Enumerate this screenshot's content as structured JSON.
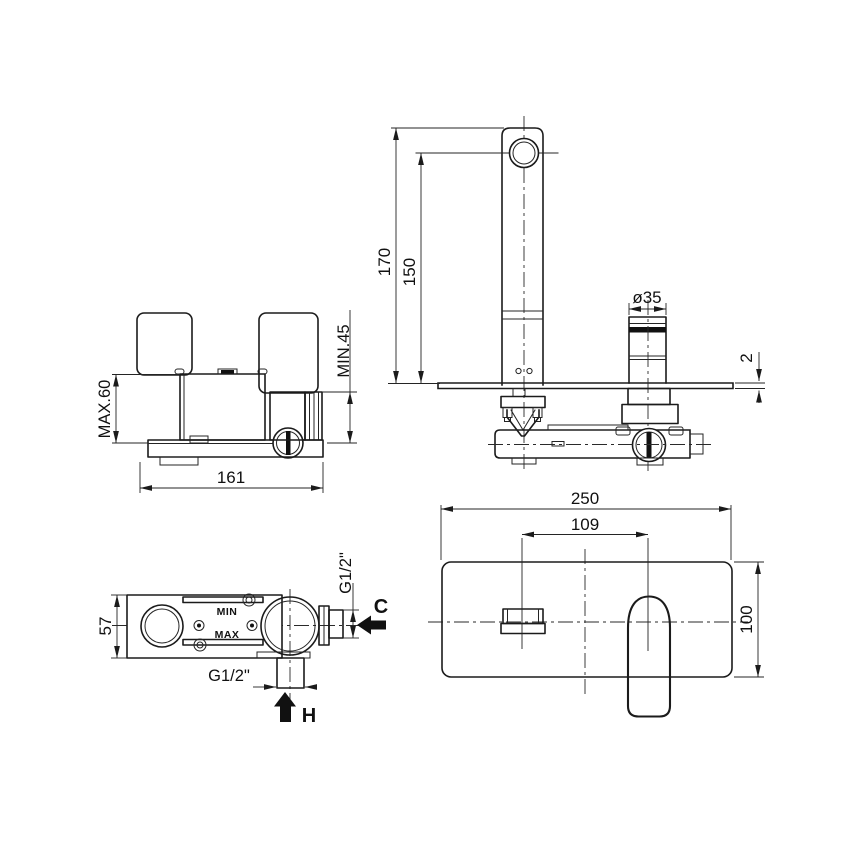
{
  "drawing": {
    "type": "faucet-installation-technical-drawing",
    "colors": {
      "background": "#ffffff",
      "line": "#1b1b1b"
    },
    "views": {
      "side": {
        "title": "rough-in-valve-side-view",
        "dim_max_depth": "MAX.60",
        "dim_min_depth": "MIN.45",
        "dim_body_width": "161"
      },
      "front": {
        "title": "faucet-front-elevation",
        "dim_spout_total_height": "170",
        "dim_spout_outlet_height": "150",
        "dim_handle_diameter": "ø35",
        "dim_plate_thickness": "2"
      },
      "plan": {
        "title": "rough-in-valve-plan-view",
        "dim_body_depth": "57",
        "dim_cold_inlet_thread": "G1/2\"",
        "dim_hot_inlet_thread": "G1/2\"",
        "label_cold": "C",
        "label_hot": "H",
        "label_min": "MIN",
        "label_max": "MAX"
      },
      "plate": {
        "title": "trim-plate-front-view",
        "dim_plate_width": "250",
        "dim_spout_to_handle": "109",
        "dim_plate_height": "100"
      }
    }
  }
}
